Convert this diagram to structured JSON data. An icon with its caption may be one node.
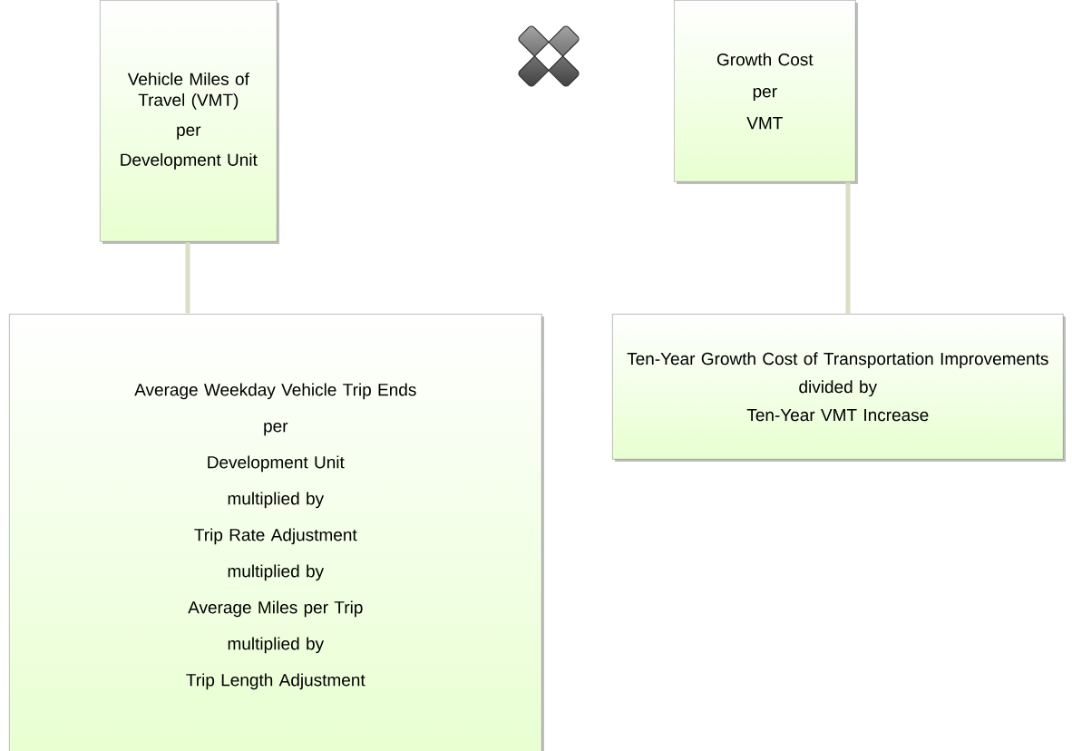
{
  "diagram": {
    "nodes": [
      {
        "text": [
          "Vehicle Miles of Travel (VMT)",
          "per",
          "Development Unit"
        ]
      },
      {
        "text": [
          "Growth Cost",
          "per",
          "VMT"
        ]
      },
      {
        "text": [
          "Average Weekday Vehicle Trip Ends",
          "per",
          "Development Unit",
          "multiplied by",
          "Trip Rate Adjustment",
          "multiplied by",
          "Average Miles per Trip",
          "multiplied by",
          "Trip Length Adjustment"
        ]
      },
      {
        "text": [
          "Ten-Year Growth Cost of Transportation Improvements",
          "divided by",
          "Ten-Year VMT Increase"
        ]
      }
    ],
    "edges": [
      {
        "from": 0,
        "to": 2,
        "arrow": "none"
      },
      {
        "from": 1,
        "to": 3,
        "arrow": "none"
      }
    ]
  }
}
